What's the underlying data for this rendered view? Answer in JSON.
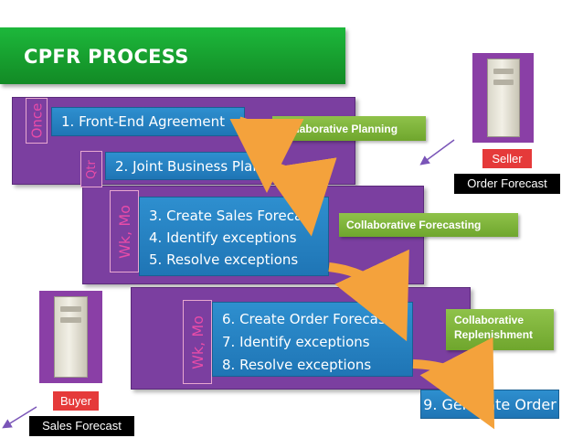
{
  "title": "CPFR PROCESS",
  "frequencies": {
    "once": "Once",
    "qtr": "Qtr",
    "wk_mo_1": "Wk, Mo",
    "wk_mo_2": "Wk, Mo"
  },
  "steps": {
    "s1": "1. Front-End Agreement",
    "s2": "2. Joint Business Plan",
    "s3": [
      "3. Create Sales Forecast",
      "4. Identify exceptions",
      "5. Resolve exceptions"
    ],
    "s4": [
      "6. Create Order Forecast",
      "7. Identify exceptions",
      "8. Resolve exceptions"
    ],
    "s5": "9. Generate Order"
  },
  "tags": {
    "planning": "Collaborative Planning",
    "forecasting": "Collaborative Forecasting",
    "replenishment_line1": "Collaborative",
    "replenishment_line2": "Replenishment"
  },
  "roles": {
    "seller": "Seller",
    "order_forecast": "Order Forecast",
    "buyer": "Buyer",
    "sales_forecast": "Sales Forecast"
  },
  "colors": {
    "title_green": "#1db83b",
    "panel_purple": "#7b3fa0",
    "step_blue": "#2e8fcf",
    "tag_green": "#8fc24a",
    "arrow_orange": "#f4a23c",
    "role_red": "#e53a3a",
    "frequency_pink": "#e84ca8"
  }
}
